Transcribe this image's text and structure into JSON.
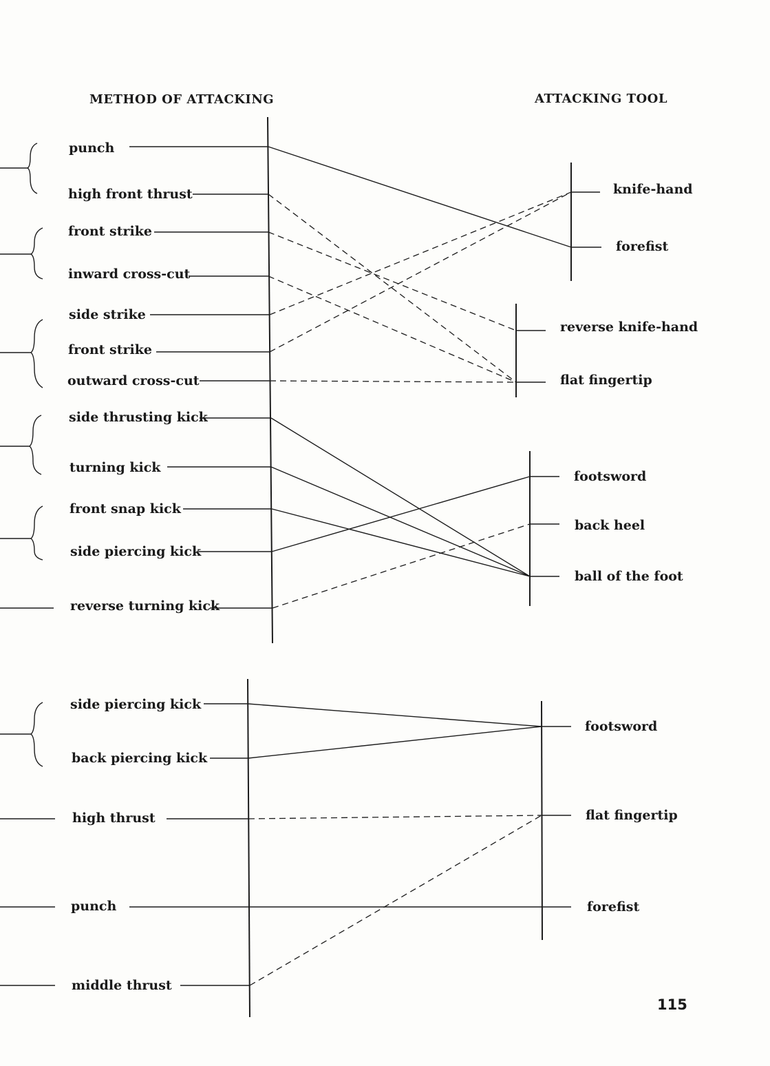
{
  "headers": {
    "method": "METHOD OF ATTACKING",
    "tool": "ATTACKING TOOL"
  },
  "diagram1": {
    "methods": [
      "punch",
      "high front thrust",
      "front strike",
      "inward cross-cut",
      "side strike",
      "front strike",
      "outward cross-cut",
      "side thrusting kick",
      "turning kick",
      "front snap kick",
      "side piercing kick",
      "reverse turning kick"
    ],
    "tools": [
      "knife-hand",
      "forefist",
      "reverse knife-hand",
      "flat fingertip",
      "footsword",
      "back heel",
      "ball of the foot"
    ],
    "links": [
      {
        "from": 0,
        "to": 1,
        "style": "solid"
      },
      {
        "from": 1,
        "to": 3,
        "style": "dashed"
      },
      {
        "from": 2,
        "to": 2,
        "style": "dashed"
      },
      {
        "from": 3,
        "to": 3,
        "style": "dashed"
      },
      {
        "from": 4,
        "to": 0,
        "style": "dashed"
      },
      {
        "from": 5,
        "to": 0,
        "style": "dashed"
      },
      {
        "from": 6,
        "to": 3,
        "style": "dashed"
      },
      {
        "from": 7,
        "to": 6,
        "style": "solid"
      },
      {
        "from": 8,
        "to": 6,
        "style": "solid"
      },
      {
        "from": 9,
        "to": 6,
        "style": "solid"
      },
      {
        "from": 10,
        "to": 4,
        "style": "solid"
      },
      {
        "from": 11,
        "to": 5,
        "style": "dashed"
      }
    ]
  },
  "diagram2": {
    "methods": [
      "side piercing kick",
      "back piercing kick",
      "high thrust",
      "punch",
      "middle thrust"
    ],
    "tools": [
      "footsword",
      "flat fingertip",
      "forefist"
    ],
    "links": [
      {
        "from": 0,
        "to": 0,
        "style": "solid"
      },
      {
        "from": 1,
        "to": 0,
        "style": "solid"
      },
      {
        "from": 2,
        "to": 1,
        "style": "dashed"
      },
      {
        "from": 3,
        "to": 2,
        "style": "solid"
      },
      {
        "from": 4,
        "to": 1,
        "style": "dashed"
      }
    ]
  },
  "page_number": "115"
}
